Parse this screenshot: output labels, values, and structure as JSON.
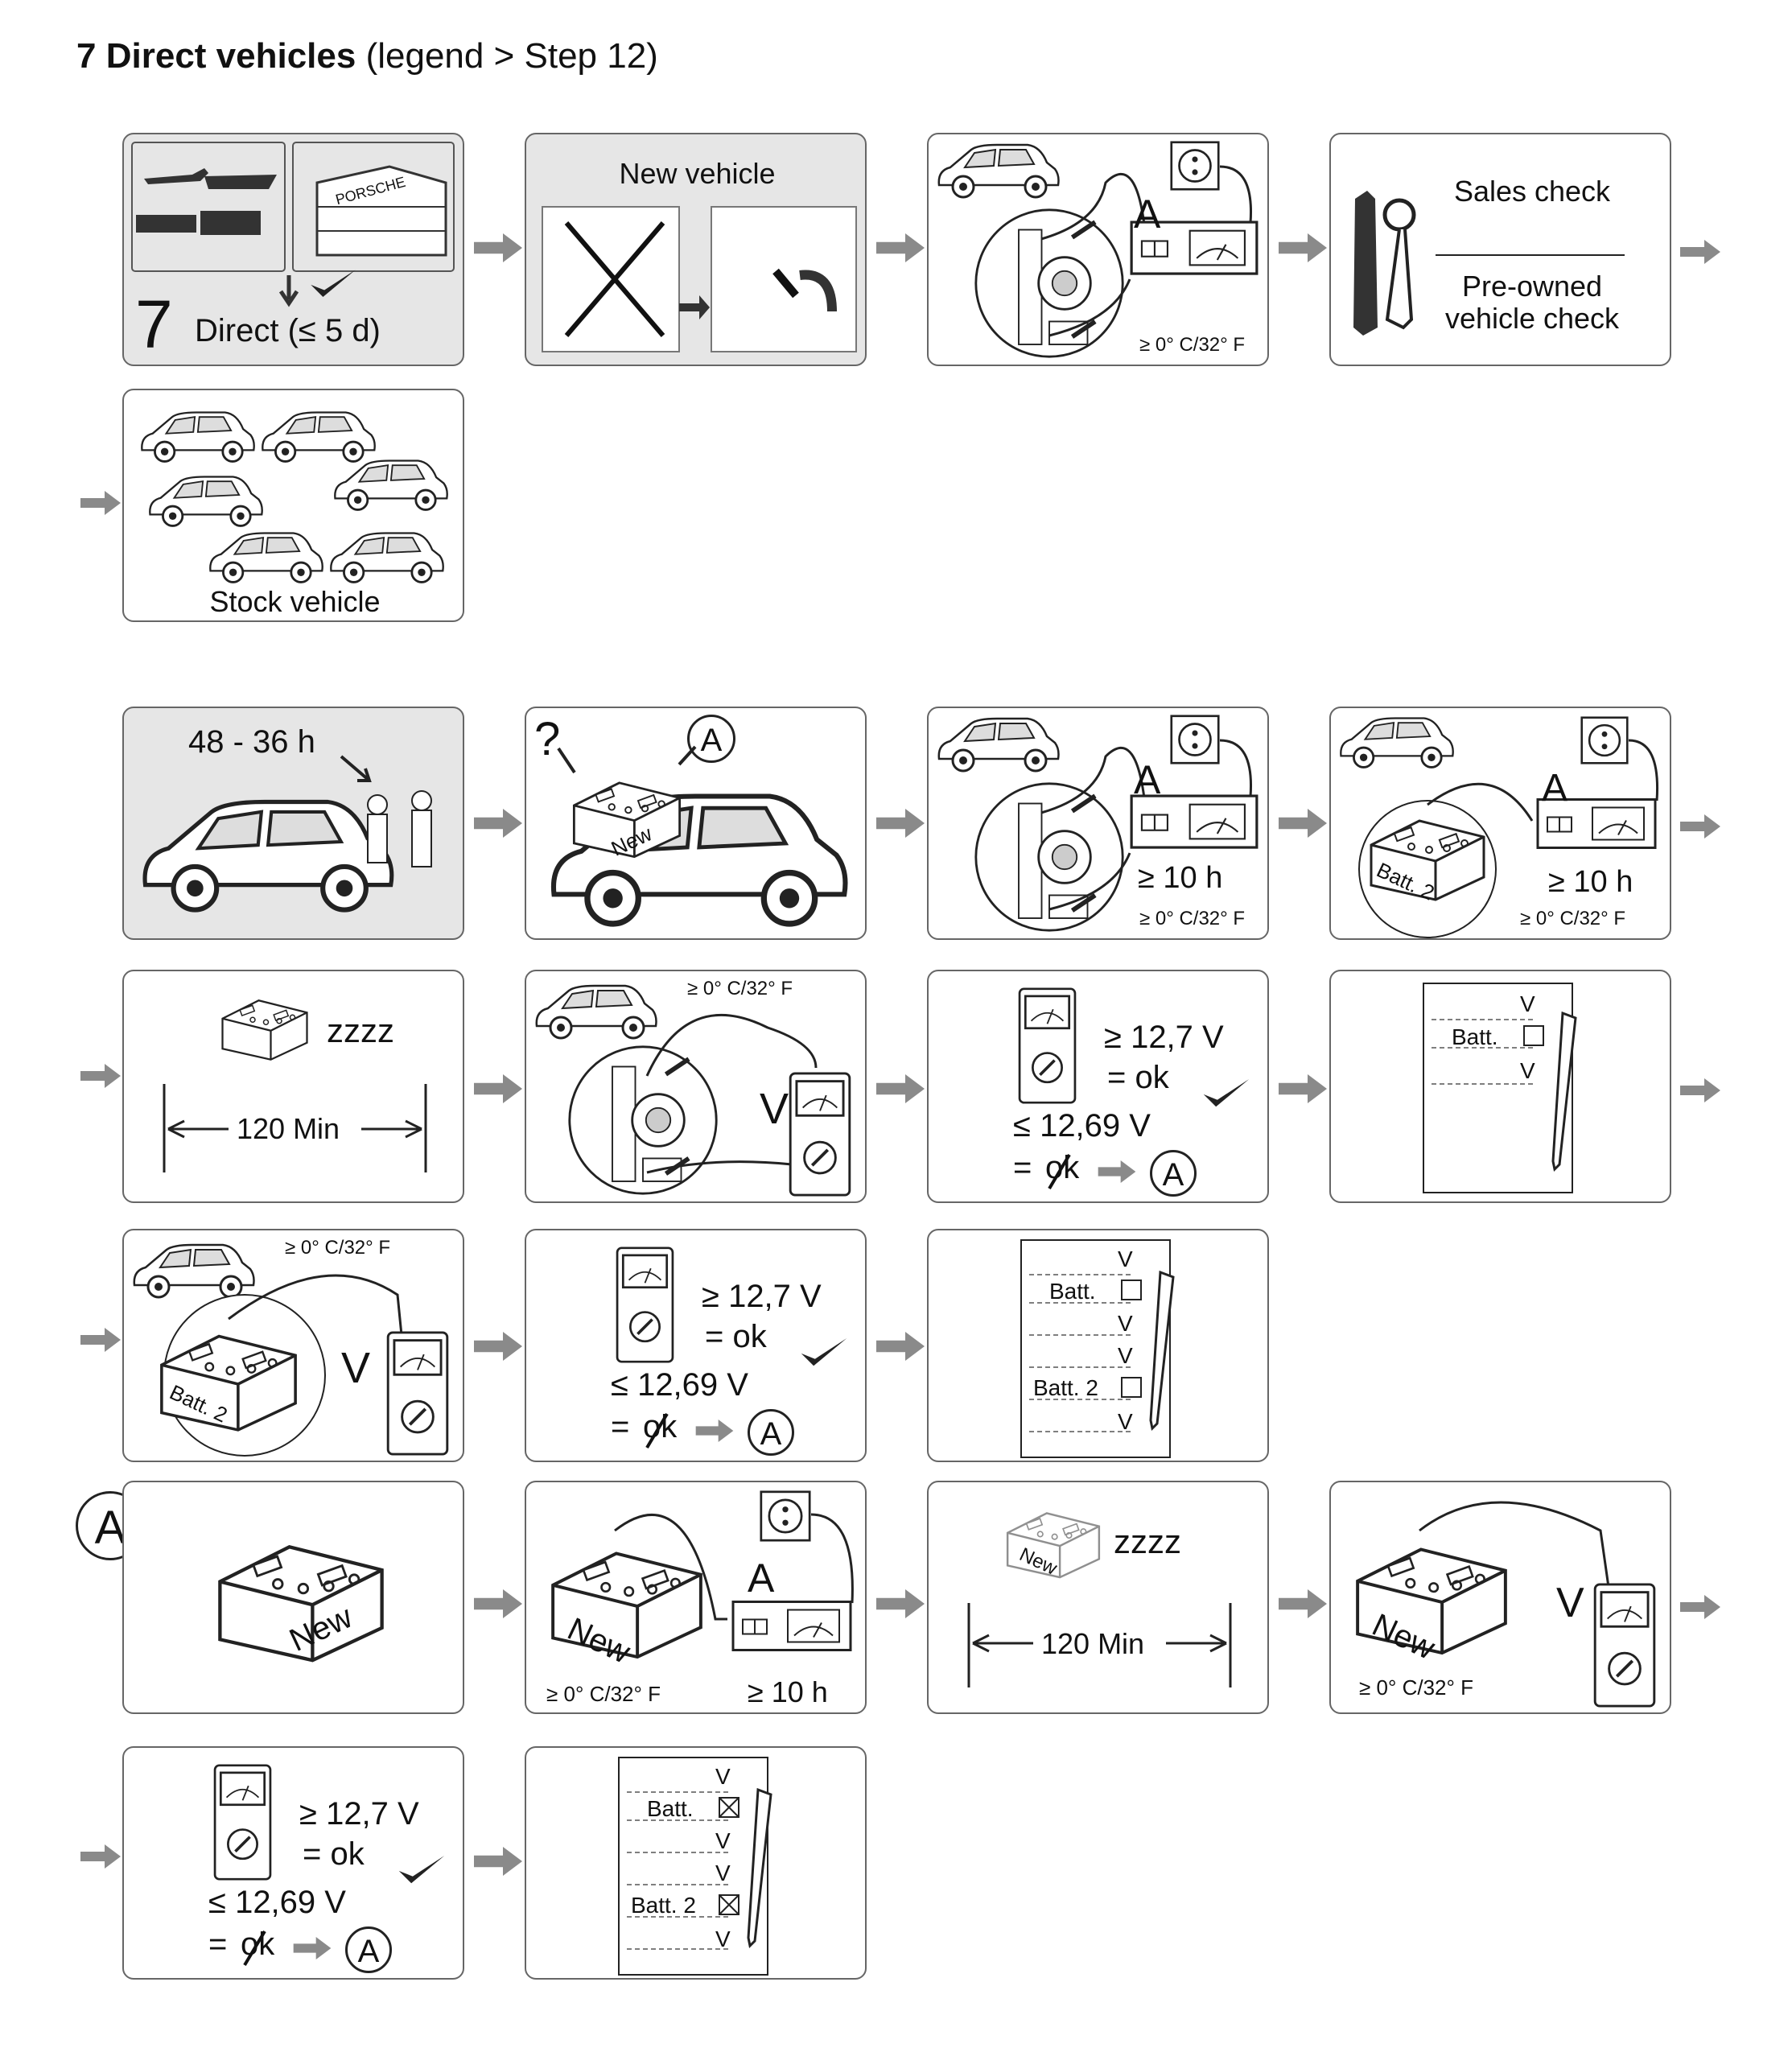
{
  "header": {
    "number": "7",
    "title": "Direct vehicles",
    "subtitle": "(legend > Step 12)"
  },
  "panels": {
    "p1": {
      "num": "7",
      "label": "Direct (≤ 5 d)",
      "logo": "PORSCHE"
    },
    "p2": {
      "label": "New vehicle"
    },
    "p3": {
      "letter": "A",
      "temp": "≥ 0° C/32° F"
    },
    "p4": {
      "line1": "Sales check",
      "line2a": "Pre-owned",
      "line2b": "vehicle check"
    },
    "p5": {
      "label": "Stock vehicle"
    },
    "p6": {
      "time": "48 - 36 h"
    },
    "p7": {
      "q": "?",
      "a": "A",
      "batt": "New"
    },
    "p8": {
      "letter": "A",
      "dur": "≥ 10 h",
      "temp": "≥ 0° C/32° F"
    },
    "p9": {
      "letter": "A",
      "dur": "≥ 10 h",
      "temp": "≥ 0° C/32° F",
      "batt": "Batt. 2"
    },
    "p10": {
      "zz": "zzzz",
      "time": "120 Min"
    },
    "p11": {
      "temp": "≥ 0° C/32° F",
      "v": "V"
    },
    "p12": {
      "l1": "≥ 12,7 V",
      "l2": "= ok",
      "l3": "≤ 12,69 V",
      "l4": "=",
      "ok": "ok",
      "a": "A"
    },
    "p13": {
      "v1": "V",
      "batt": "Batt.",
      "v2": "V"
    },
    "p14": {
      "temp": "≥ 0° C/32° F",
      "v": "V",
      "batt": "Batt. 2"
    },
    "p15": {
      "l1": "≥ 12,7 V",
      "l2": "= ok",
      "l3": "≤ 12,69 V",
      "l4": "=",
      "ok": "ok",
      "a": "A"
    },
    "p16": {
      "v1": "V",
      "batt": "Batt.",
      "v2": "V",
      "v3": "V",
      "batt2": "Batt. 2",
      "v4": "V"
    },
    "p17": {
      "a": "A",
      "batt": "New"
    },
    "p18": {
      "letter": "A",
      "batt": "New",
      "temp": "≥ 0° C/32° F",
      "dur": "≥ 10 h"
    },
    "p19": {
      "zz": "zzzz",
      "time": "120 Min",
      "batt": "New"
    },
    "p20": {
      "v": "V",
      "batt": "New",
      "temp": "≥ 0° C/32° F"
    },
    "p21": {
      "l1": "≥ 12,7 V",
      "l2": "= ok",
      "l3": "≤ 12,69 V",
      "l4": "=",
      "ok": "ok",
      "a": "A"
    },
    "p22": {
      "v1": "V",
      "batt": "Batt.",
      "v2": "V",
      "v3": "V",
      "batt2": "Batt. 2",
      "v4": "V"
    }
  }
}
